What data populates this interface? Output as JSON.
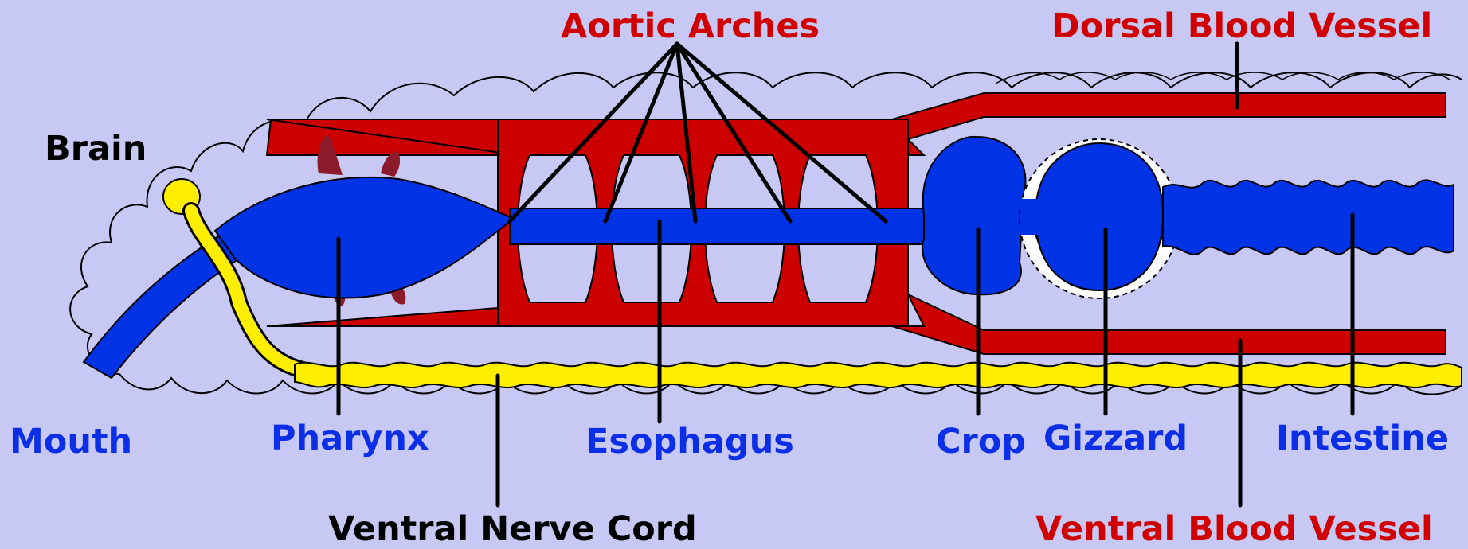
{
  "title": "",
  "colors": {
    "background": "#c8c8f5",
    "blood_vessel": "#cc0000",
    "digestive": "#0033e6",
    "nerve": "#ffee00",
    "outline": "#000000",
    "label_red": "#d00000",
    "label_blue": "#0b2fe6",
    "label_black": "#000000",
    "gizzard_ring": "#ffffff",
    "brain_lobes": "#8b1a2a"
  },
  "labels": {
    "aortic_arches": "Aortic Arches",
    "dorsal_blood_vessel": "Dorsal Blood Vessel",
    "brain": "Brain",
    "mouth": "Mouth",
    "pharynx": "Pharynx",
    "esophagus": "Esophagus",
    "crop": "Crop",
    "gizzard": "Gizzard",
    "intestine": "Intestine",
    "ventral_nerve_cord": "Ventral Nerve Cord",
    "ventral_blood_vessel": "Ventral Blood Vessel"
  }
}
